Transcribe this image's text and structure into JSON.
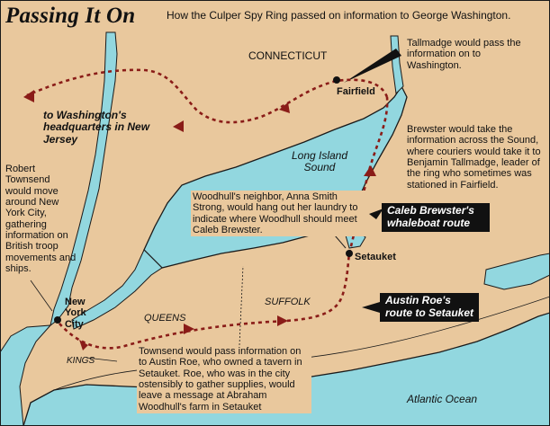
{
  "title": "Passing It On",
  "subtitle": "How the Culper Spy Ring passed on information to George Washington.",
  "regions": {
    "connecticut": "CONNECTICUT",
    "long_island_sound": "Long Island Sound",
    "queens": "QUEENS",
    "suffolk": "SUFFOLK",
    "kings": "KINGS",
    "atlantic_ocean": "Atlantic Ocean"
  },
  "places": {
    "fairfield": "Fairfield",
    "setauket": "Setauket",
    "new_york_city": "New York City"
  },
  "route_labels": {
    "whaleboat": "Caleb Brewster's whaleboat route",
    "austin_roe": "Austin Roe's route to Setauket"
  },
  "annotations": {
    "tallmadge": "Tallmadge would pass the information on to Washington.",
    "washington_hq": "to Washington's headquarters in New Jersey",
    "brewster": "Brewster would take the information across the Sound, where couriers would take it to Benjamin Tallmadge, leader of the ring who sometimes was stationed in Fairfield.",
    "woodhull": "Woodhull's neighbor,  Anna Smith Strong, would hang out her laundry to indicate where Woodhull should meet Caleb Brewster.",
    "townsend_nyc": "Robert Townsend would move around New York City, gathering information on British troop movements and ships.",
    "townsend_roe": "Townsend would pass information on to Austin Roe, who owned a tavern in Setauket. Roe, who was in the city ostensibly to gather supplies, would leave a message at Abraham Woodhull's farm in Setauket"
  },
  "colors": {
    "land": "#e9c89d",
    "water": "#92d7df",
    "coast": "#1a1a1a",
    "route": "#8a1c18",
    "label_bg": "#111111",
    "label_text": "#ffffff"
  }
}
